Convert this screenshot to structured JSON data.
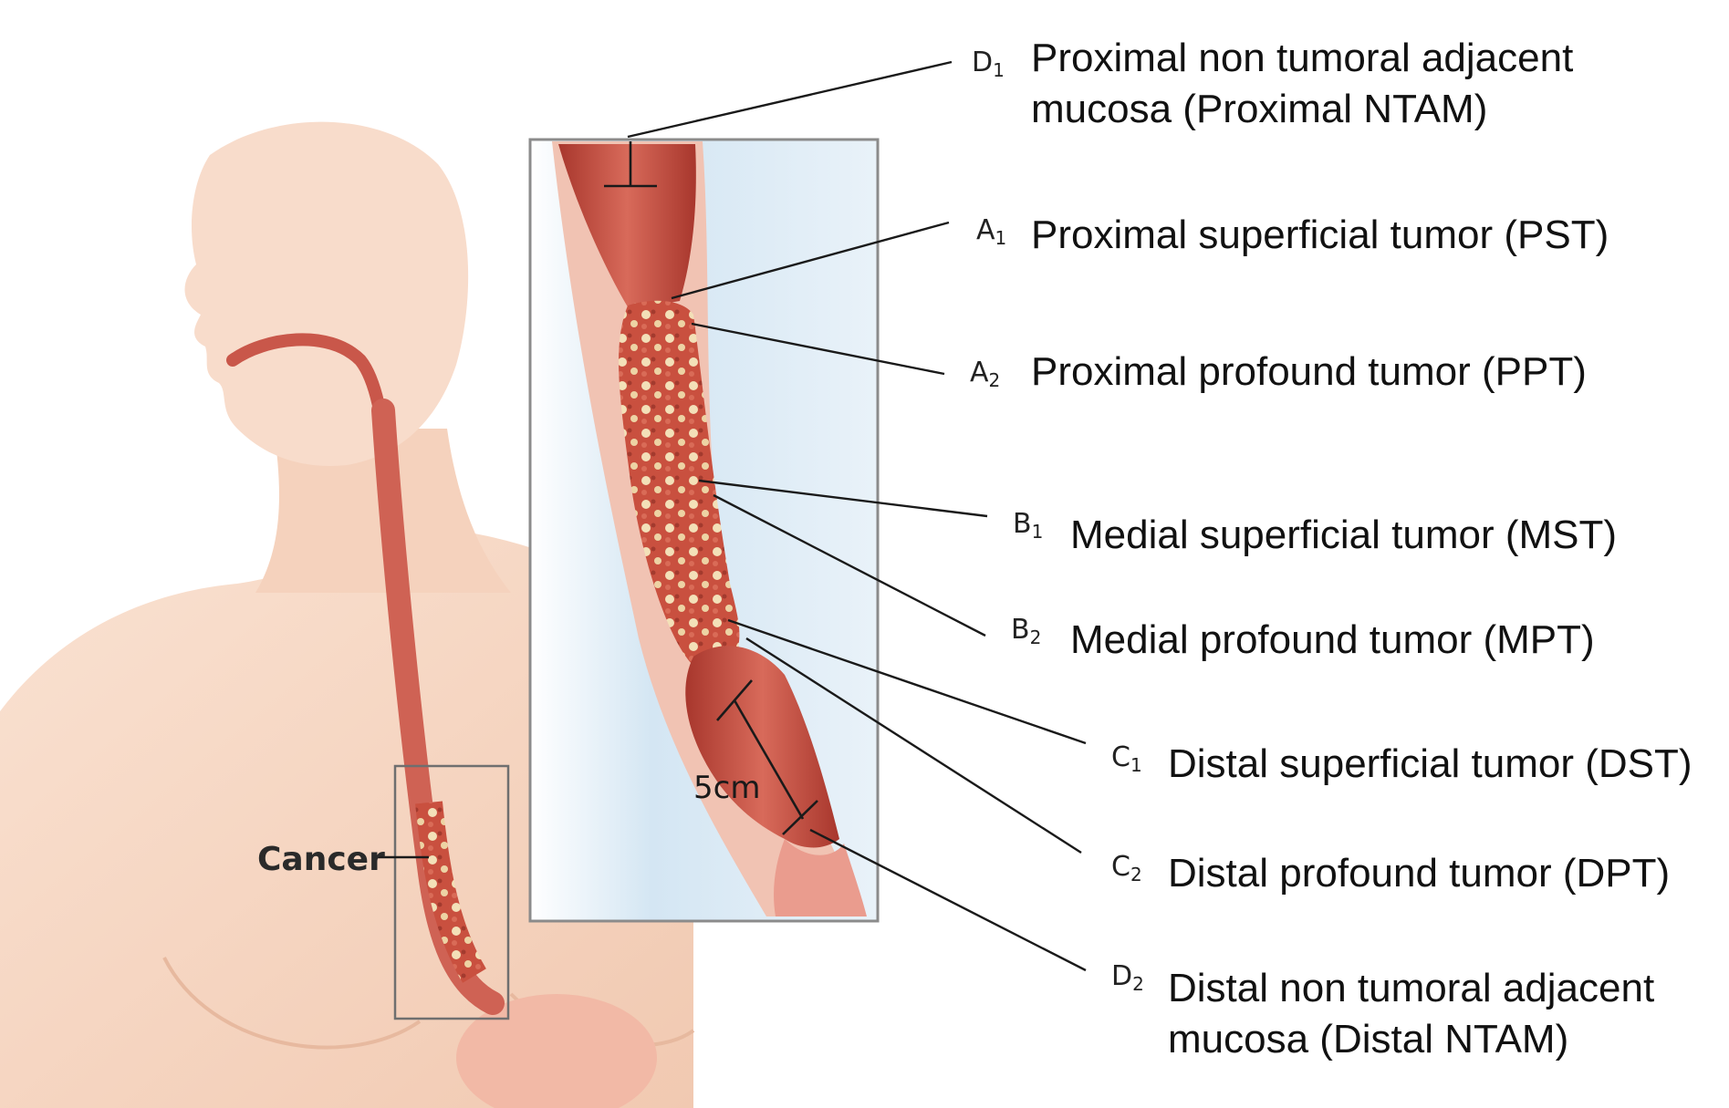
{
  "figure": {
    "cancer_label": "Cancer",
    "scale_label": "5cm",
    "colors": {
      "skin": "#f6d6c3",
      "skin_shadow": "#e9bca4",
      "esophagus": "#c9574a",
      "esophagus_dark": "#a53a30",
      "tumor_cream": "#f4e3bf",
      "inset_bg": "#d7e8f4",
      "inset_border": "#888888"
    },
    "labels": [
      {
        "code": "D",
        "sub": "1",
        "line1": "Proximal non tumoral adjacent",
        "line2": "mucosa (Proximal NTAM)"
      },
      {
        "code": "A",
        "sub": "1",
        "line1": "Proximal superficial tumor (PST)",
        "line2": ""
      },
      {
        "code": "A",
        "sub": "2",
        "line1": "Proximal profound tumor (PPT)",
        "line2": ""
      },
      {
        "code": "B",
        "sub": "1",
        "line1": "Medial superficial tumor (MST)",
        "line2": ""
      },
      {
        "code": "B",
        "sub": "2",
        "line1": "Medial profound tumor (MPT)",
        "line2": ""
      },
      {
        "code": "C",
        "sub": "1",
        "line1": "Distal superficial tumor (DST)",
        "line2": ""
      },
      {
        "code": "C",
        "sub": "2",
        "line1": "Distal profound tumor (DPT)",
        "line2": ""
      },
      {
        "code": "D",
        "sub": "2",
        "line1": "Distal non tumoral adjacent",
        "line2": "mucosa (Distal NTAM)"
      }
    ]
  }
}
